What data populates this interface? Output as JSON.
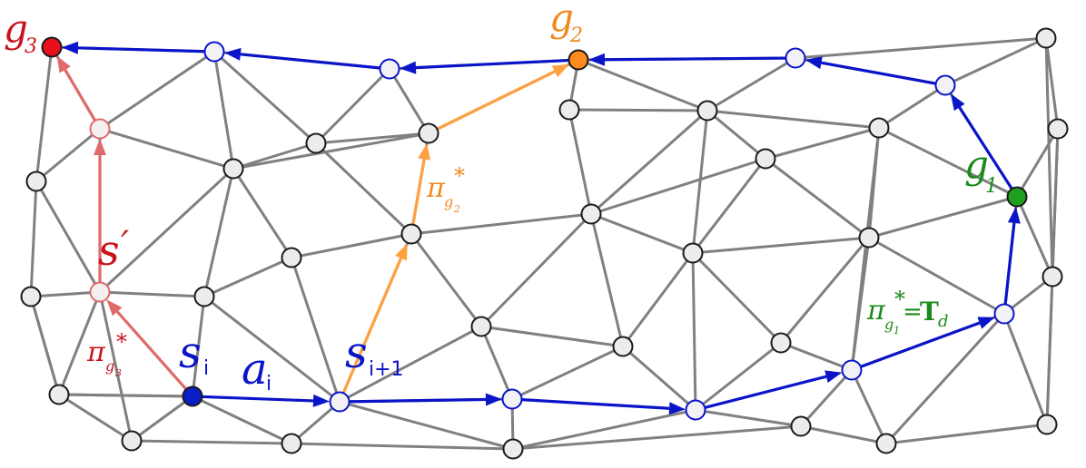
{
  "colors": {
    "edge": "#808080",
    "node_fill": "#ececec",
    "node_stroke": "#1a1a1a",
    "blue": "#0a14c8",
    "red": "#c8141e",
    "red_light": "#e06a6a",
    "orange": "#ffa040",
    "orange_dark": "#f08a20",
    "green": "#1a8a1a",
    "green_fill": "#1ea01e",
    "red_fill": "#e8101a",
    "orange_fill": "#ff8a20",
    "blue_fill": "#0a1ec8"
  },
  "labels": {
    "g3": {
      "base": "g",
      "sub": "3"
    },
    "g2": {
      "base": "g",
      "sub": "2"
    },
    "g1": {
      "base": "g",
      "sub": "1"
    },
    "s_prime": {
      "base": "s",
      "prime": "′"
    },
    "s_i": {
      "base": "s",
      "sub": "i"
    },
    "s_i1": {
      "base": "s",
      "sub": "i+1"
    },
    "a_i": {
      "base": "a",
      "sub": "i"
    },
    "pi_g3": {
      "base": "π",
      "sub": "g",
      "subsub": "3",
      "star": "*"
    },
    "pi_g2": {
      "base": "π",
      "sub": "g",
      "subsub": "2",
      "star": "*"
    },
    "pi_g1": {
      "base": "π",
      "sub": "g",
      "subsub": "1",
      "star": "*",
      "eq": "=",
      "T": "T",
      "d": "d"
    }
  }
}
